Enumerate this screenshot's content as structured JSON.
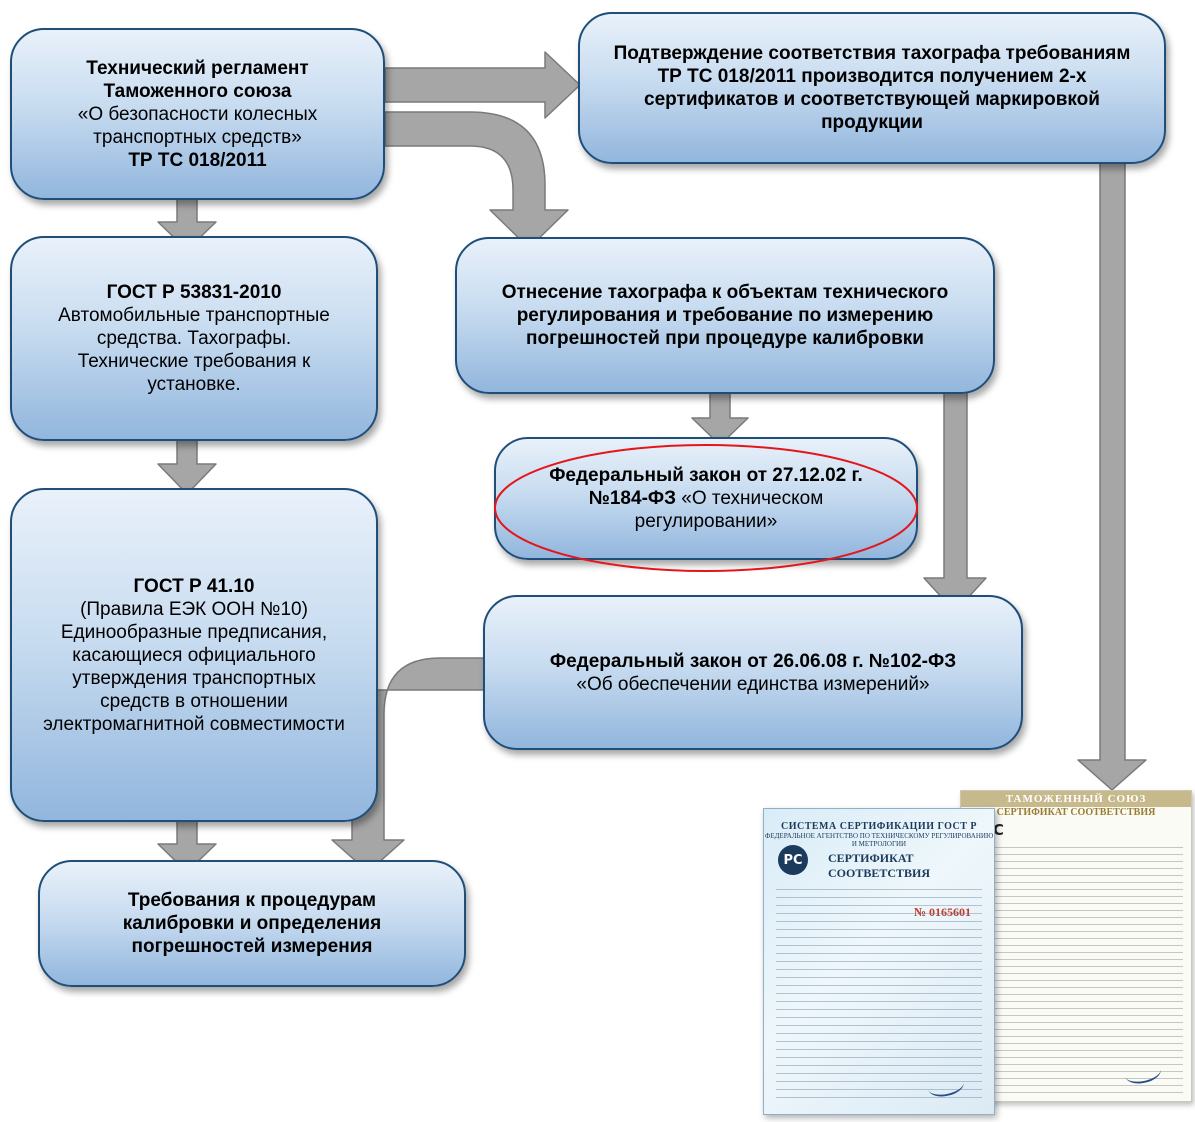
{
  "colors": {
    "box_border": "#1f4e79",
    "box_gradient_top": "#e9f1fa",
    "box_gradient_bottom": "#92b6dd",
    "arrow_fill": "#a6a6a6",
    "arrow_stroke": "#7a7a7a",
    "highlight_ellipse": "#e3161b"
  },
  "boxes": {
    "tr_ts": {
      "line1": "Технический регламент",
      "line2": "Таможенного союза",
      "line3": "«О безопасности колесных",
      "line4": "транспортных средств»",
      "line5": "ТР ТС 018/2011"
    },
    "confirmation": {
      "text": "Подтверждение соответствия тахографа требованиям ТР ТС 018/2011 производится получением 2-х сертификатов и соответствующей маркировкой продукции"
    },
    "gost_53831": {
      "title": "ГОСТ Р 53831-2010",
      "text": "Автомобильные транспортные средства. Тахографы. Технические требования к установке."
    },
    "classification": {
      "text": "Отнесение тахографа к объектам технического регулирования и требование по измерению погрешностей при процедуре калибровки"
    },
    "law_184": {
      "bold": "Федеральный закон от 27.12.02 г. №184-ФЗ",
      "normal": " «О техническом регулировании»"
    },
    "gost_41_10": {
      "title": "ГОСТ Р 41.10",
      "text": "(Правила ЕЭК ООН №10) Единообразные предписания, касающиеся официального утверждения транспортных средств в отношении электромагнитной совместимости"
    },
    "law_102": {
      "bold": "Федеральный закон от 26.06.08 г.  №102-ФЗ",
      "normal": "«Об обеспечении единства измерений»"
    },
    "requirements": {
      "text": "Требования к процедурам калибровки и определения погрешностей измерения"
    }
  },
  "certificates": {
    "customs_union": {
      "band": "ТАМОЖЕННЫЙ СОЮЗ",
      "title": "СЕРТИФИКАТ СООТВЕТСТВИЯ",
      "mark": "EAC"
    },
    "gost_r": {
      "header": "СИСТЕМА СЕРТИФИКАЦИИ ГОСТ Р",
      "subheader": "ФЕДЕРАЛЬНОЕ АГЕНТСТВО ПО ТЕХНИЧЕСКОМУ РЕГУЛИРОВАНИЮ И МЕТРОЛОГИИ",
      "title": "СЕРТИФИКАТ СООТВЕТСТВИЯ",
      "number": "№ 0165601",
      "logo": "РС"
    }
  }
}
